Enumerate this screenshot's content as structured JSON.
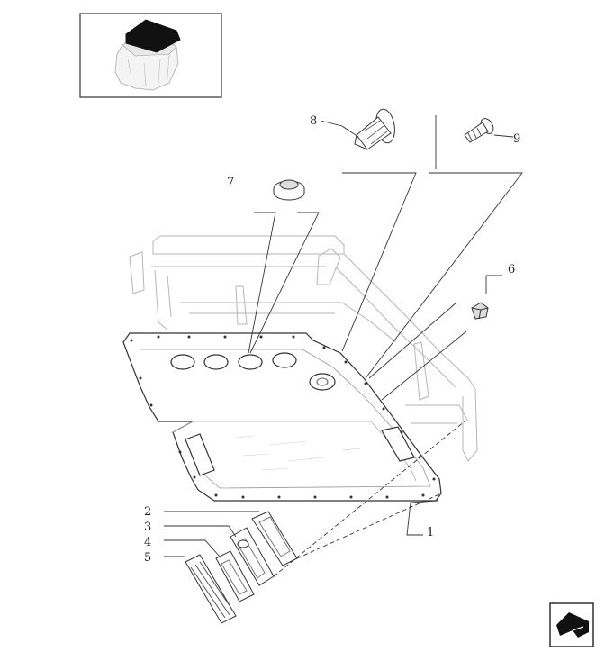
{
  "callouts": [
    {
      "id": "1",
      "text": "1"
    },
    {
      "id": "2",
      "text": "2"
    },
    {
      "id": "3",
      "text": "3"
    },
    {
      "id": "4",
      "text": "4"
    },
    {
      "id": "5",
      "text": "5"
    },
    {
      "id": "6",
      "text": "6"
    },
    {
      "id": "7",
      "text": "7"
    },
    {
      "id": "8",
      "text": "8"
    },
    {
      "id": "9",
      "text": "9"
    }
  ],
  "icons": {
    "thumbnail": "cab-roof-locator-icon",
    "nav": "next-page-arrow-icon"
  },
  "colors": {
    "line": "#333333",
    "faint": "#b5b5b5",
    "highlight": "#111111"
  }
}
